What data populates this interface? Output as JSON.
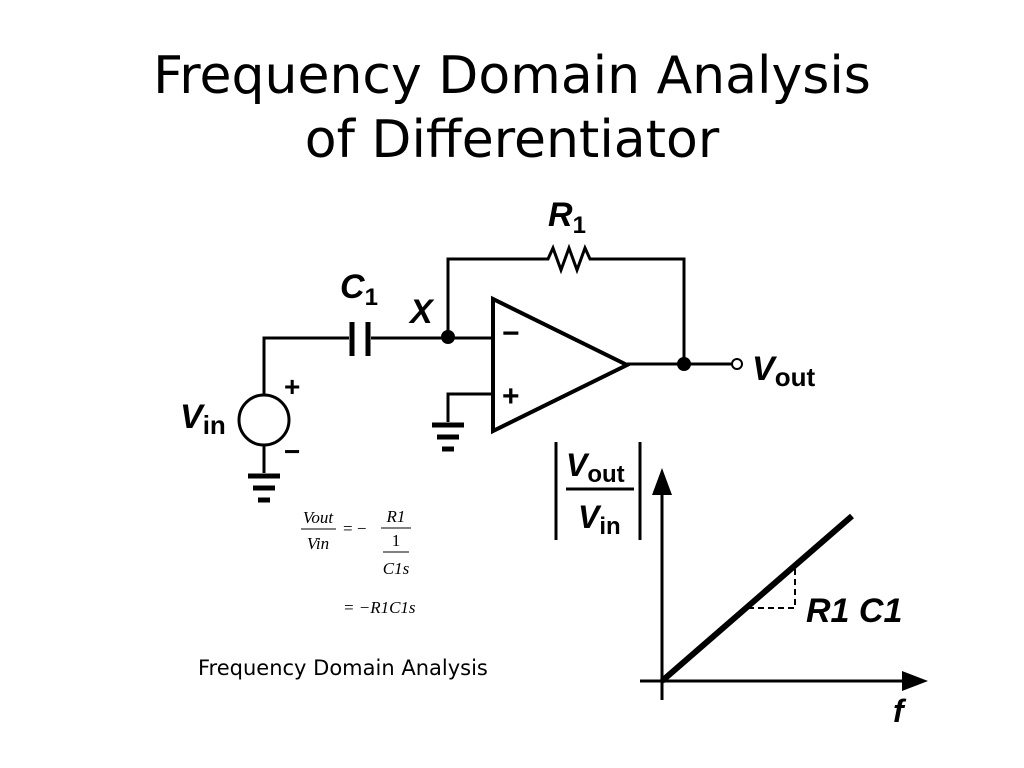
{
  "title": {
    "line1": "Frequency Domain Analysis",
    "line2": "of Differentiator"
  },
  "caption": "Frequency Domain Analysis",
  "circuit": {
    "resistor": {
      "main": "R",
      "sub": "1"
    },
    "capacitor": {
      "main": "C",
      "sub": "1"
    },
    "node": "X",
    "minus_sign": "−",
    "plus_sign": "+",
    "output": {
      "main": "V",
      "sub": "out"
    },
    "input": {
      "main": "V",
      "sub": "in"
    },
    "source_plus": "+",
    "source_minus": "−"
  },
  "equation": {
    "lhs_num": "Vout",
    "lhs_den": "Vin",
    "eq1": "= −",
    "rhs_num": "R1",
    "rhs_den_num": "1",
    "rhs_den_den": "C1s",
    "eq2": "= −R1C1s"
  },
  "plot": {
    "y_label_num": {
      "main": "V",
      "sub": "out"
    },
    "y_label_den": {
      "main": "V",
      "sub": "in"
    },
    "slope_label": "R1 C1",
    "x_label": "f"
  }
}
